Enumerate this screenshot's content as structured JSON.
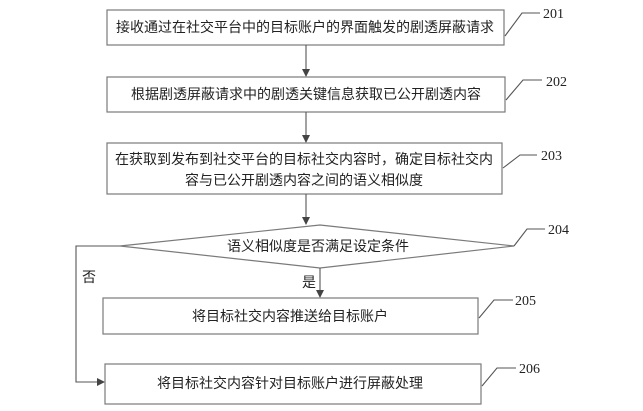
{
  "steps": [
    {
      "id": "201",
      "text_lines": [
        "接收通过在社交平台中的目标账户的界面触发的剧透屏蔽请求"
      ]
    },
    {
      "id": "202",
      "text_lines": [
        "根据剧透屏蔽请求中的剧透关键信息获取已公开剧透内容"
      ]
    },
    {
      "id": "203",
      "text_lines": [
        "在获取到发布到社交平台的目标社交内容时，确定目标社交内",
        "容与已公开剧透内容之间的语义相似度"
      ]
    },
    {
      "id": "204",
      "text_lines": [
        "语义相似度是否满足设定条件"
      ]
    },
    {
      "id": "205",
      "text_lines": [
        "将目标社交内容推送给目标账户"
      ]
    },
    {
      "id": "206",
      "text_lines": [
        "将目标社交内容针对目标账户进行屏蔽处理"
      ]
    }
  ],
  "branches": {
    "yes": "是",
    "no": "否"
  }
}
